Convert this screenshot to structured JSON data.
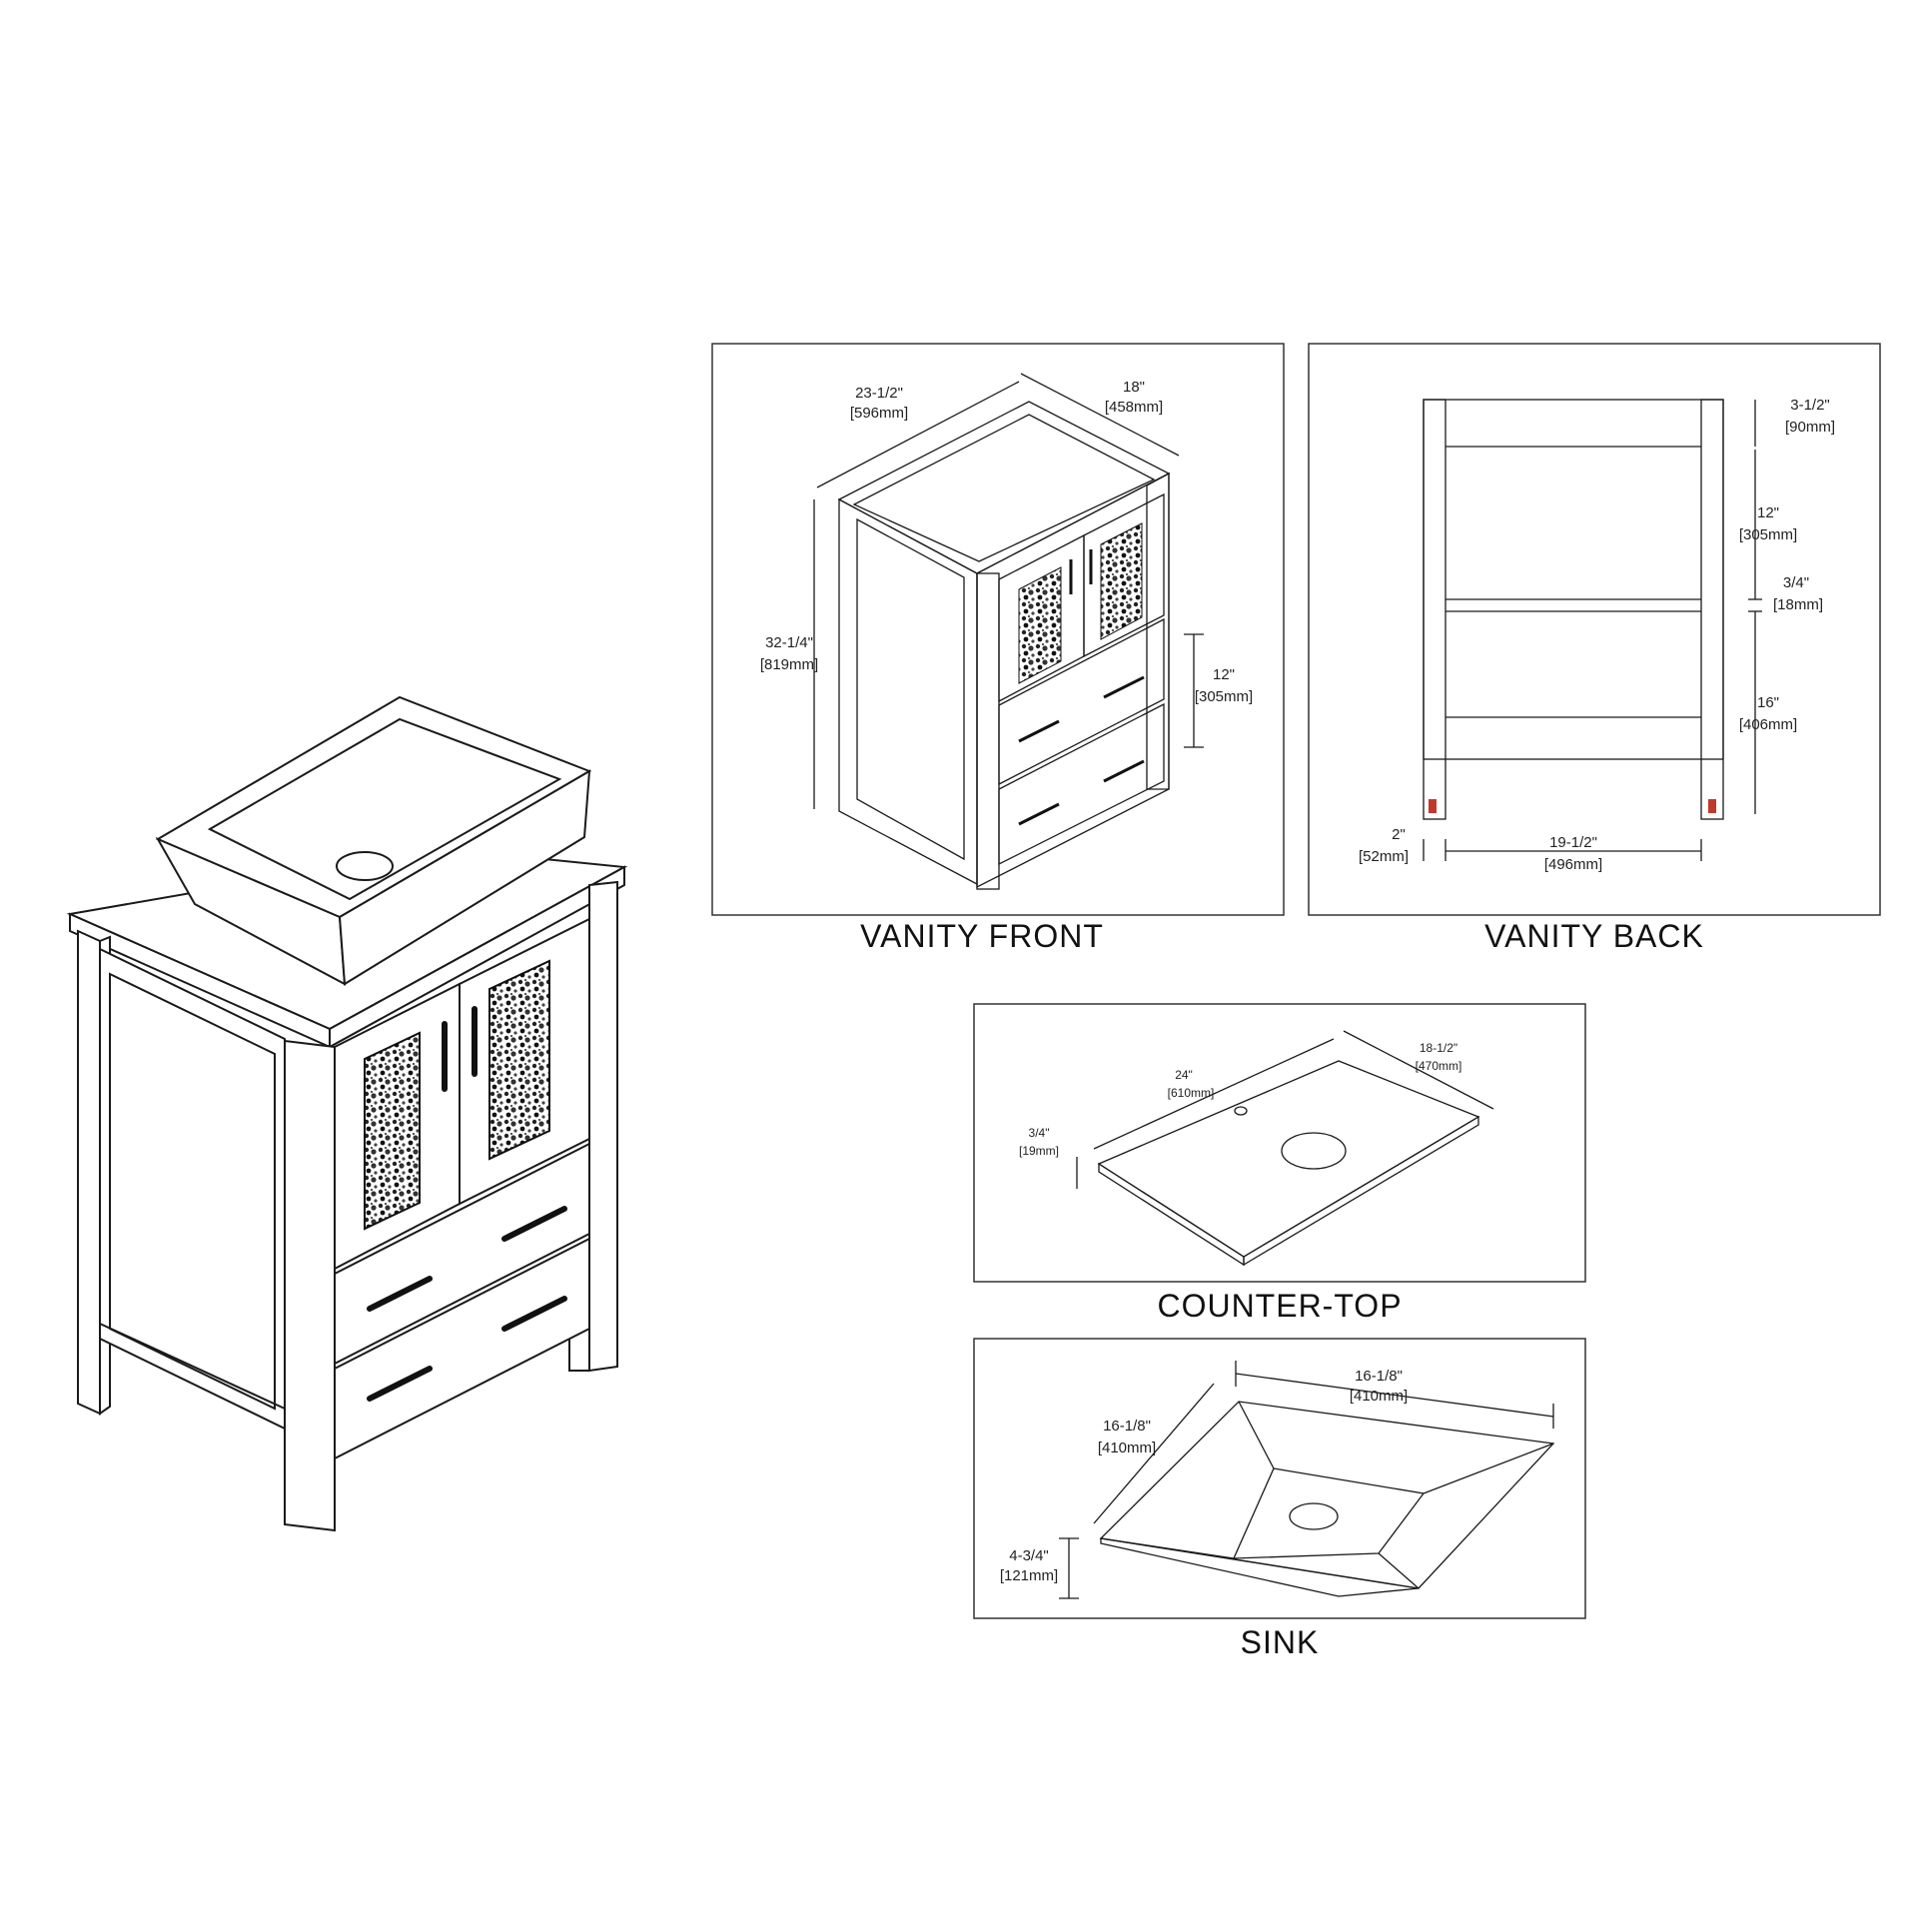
{
  "captions": {
    "front": "VANITY FRONT",
    "back": "VANITY BACK",
    "countertop": "COUNTER-TOP",
    "sink": "SINK"
  },
  "front": {
    "width": "23-1/2\"",
    "width_mm": "[596mm]",
    "depth": "18\"",
    "depth_mm": "[458mm]",
    "height": "32-1/4\"",
    "height_mm": "[819mm]",
    "door": "12\"",
    "door_mm": "[305mm]"
  },
  "back": {
    "top": "3-1/2\"",
    "top_mm": "[90mm]",
    "upper": "12\"",
    "upper_mm": "[305mm]",
    "shelf": "3/4\"",
    "shelf_mm": "[18mm]",
    "lower": "16\"",
    "lower_mm": "[406mm]",
    "leg": "2\"",
    "leg_mm": "[52mm]",
    "inner": "19-1/2\"",
    "inner_mm": "[496mm]"
  },
  "countertop": {
    "width": "24\"",
    "width_mm": "[610mm]",
    "depth": "18-1/2\"",
    "depth_mm": "[470mm]",
    "thick": "3/4\"",
    "thick_mm": "[19mm]"
  },
  "sink": {
    "width": "16-1/8\"",
    "width_mm": "[410mm]",
    "depth": "16-1/8\"",
    "depth_mm": "[410mm]",
    "height": "4-3/4\"",
    "height_mm": "[121mm]"
  }
}
